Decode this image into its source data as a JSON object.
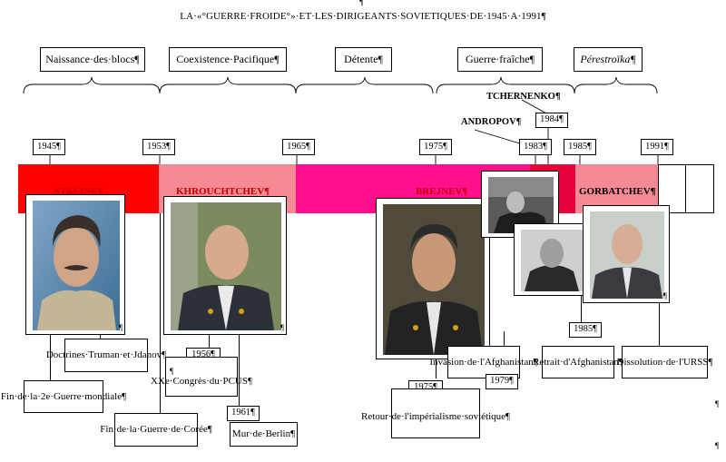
{
  "title": "LA·«°GUERRE·FROIDE°»·ET·LES·DIRIGEANTS·SOVIETIQUES·DE·1945·A·1991¶",
  "top_mark": "¶",
  "periods": [
    {
      "label": "Naissance·des·blocs¶"
    },
    {
      "label": "Coexistence·Pacifique¶"
    },
    {
      "label": "Détente¶"
    },
    {
      "label": "Guerre·fraîche¶"
    },
    {
      "label": "Pérestroïka¶"
    }
  ],
  "years": [
    "1945¶",
    "1953¶",
    "1965¶",
    "1975¶",
    "1983¶",
    "1985¶",
    "1991¶",
    "1984¶"
  ],
  "leaders": {
    "staline": "STALINE¶",
    "khrouchtchev": "KHROUCHTCHEV¶",
    "brejnev": "BREJNEV¶",
    "gorbatchev": "GORBATCHEV¶",
    "andropov": "ANDROPOV¶",
    "tchernenko": "TCHERNENKO¶"
  },
  "events": {
    "fin_guerre": "Fin·de·la·2e·Guerre·mondiale¶",
    "doctrines": "Doctrines·Truman·et·Jdanov¶",
    "coree": "Fin·de·la·Guerre·de·Corée¶",
    "y1956": "1956¶",
    "congres_mark": "¶",
    "congres": "XXe·Congrès·du·PCUS¶",
    "y1961": "1961¶",
    "berlin": "Mur·de·Berlin¶",
    "y1975b": "1975¶",
    "retour": "Retour·de·l'impérialisme·soviétique¶",
    "invasion": "Invasion·de·l'Afghanistan¶",
    "y1979": "1979¶",
    "y1985b": "1985¶",
    "retrait": "Retrait·d'Afghanistan¶",
    "dissolution": "Dissolution·de·l'URSS¶"
  },
  "pilcrows": [
    "¶",
    "¶",
    "¶",
    "¶",
    "¶"
  ],
  "colors": {
    "band_red": "#ff0000",
    "band_pink": "#f58a95",
    "band_magenta": "#ff0f8c",
    "band_red_dark": "#e8003a"
  }
}
